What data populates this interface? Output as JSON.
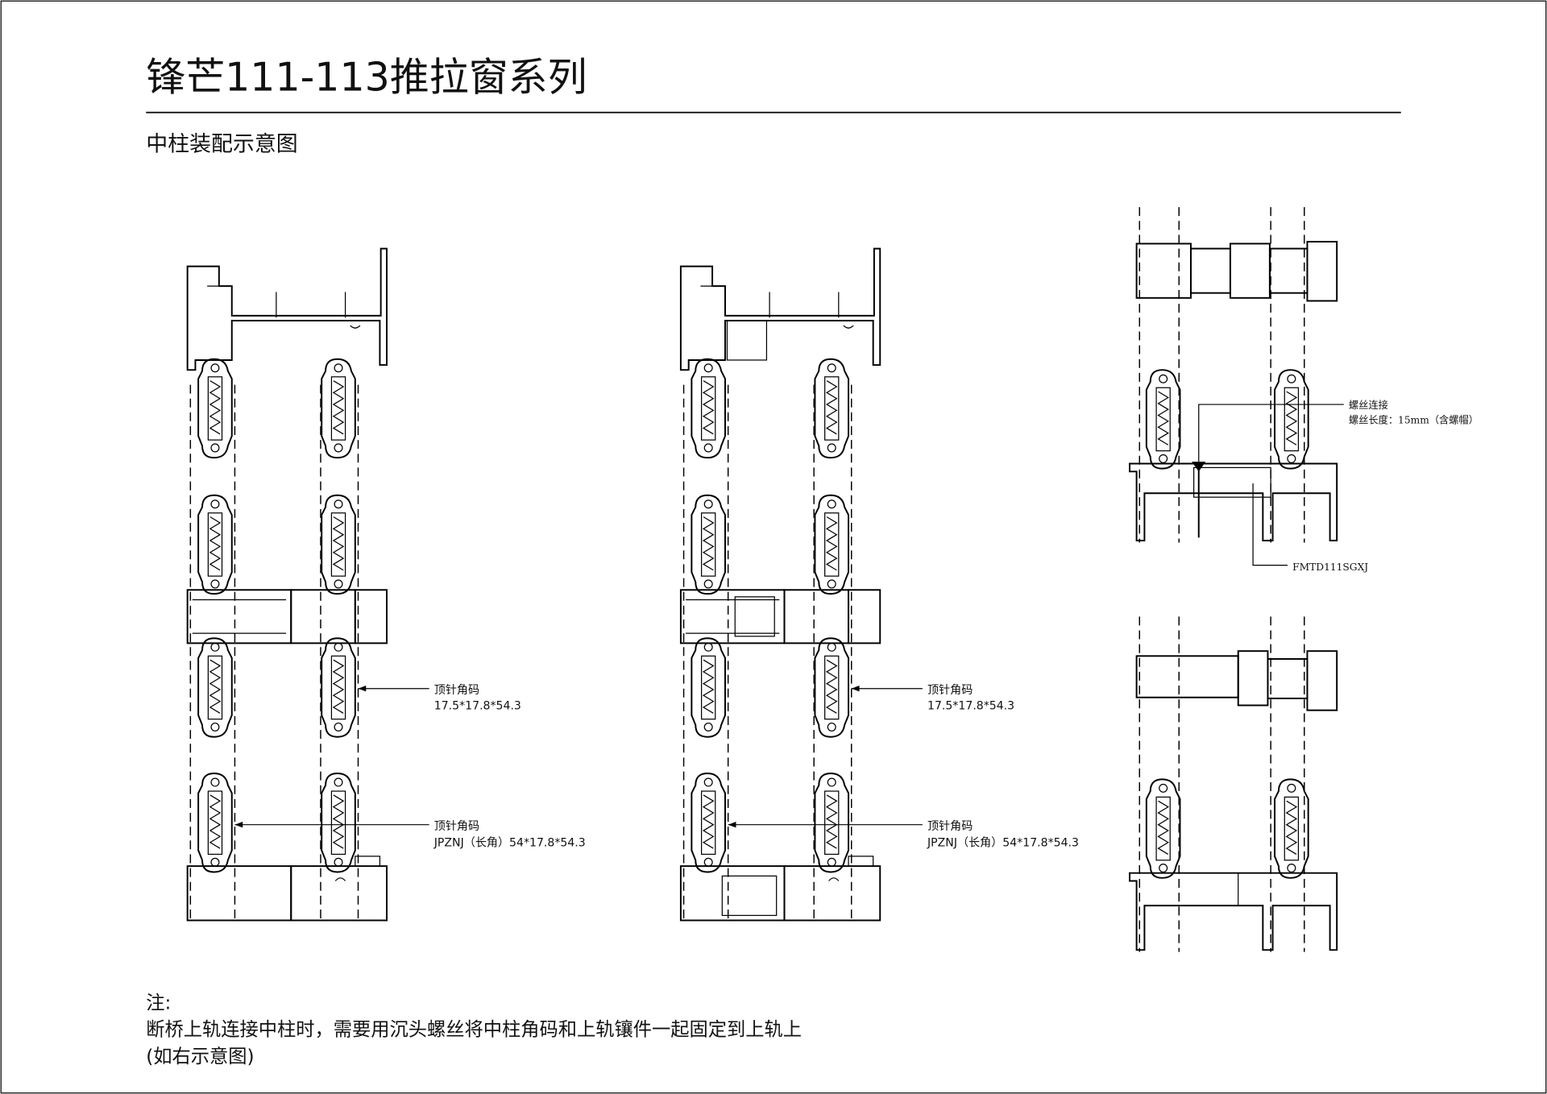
{
  "header": {
    "title": "锋芒111-113推拉窗系列",
    "subtitle": "中柱装配示意图"
  },
  "drawings": {
    "left": {
      "callout_1": {
        "name": "顶针角码",
        "spec": "17.5*17.8*54.3"
      },
      "callout_2": {
        "name": "顶针角码",
        "spec": "JPZNJ（长角）54*17.8*54.3"
      }
    },
    "middle": {
      "callout_1": {
        "name": "顶针角码",
        "spec": "17.5*17.8*54.3"
      },
      "callout_2": {
        "name": "顶针角码",
        "spec": "JPZNJ（长角）54*17.8*54.3"
      }
    },
    "right": {
      "screw_title": "螺丝连接",
      "screw_spec": "螺丝长度：15mm（含螺帽）",
      "part_code": "FMTD111SGXJ"
    }
  },
  "note": {
    "heading": "注:",
    "line1": "断桥上轨连接中柱时，需要用沉头螺丝将中柱角码和上轨镶件一起固定到上轨上",
    "line2": "(如右示意图)"
  }
}
